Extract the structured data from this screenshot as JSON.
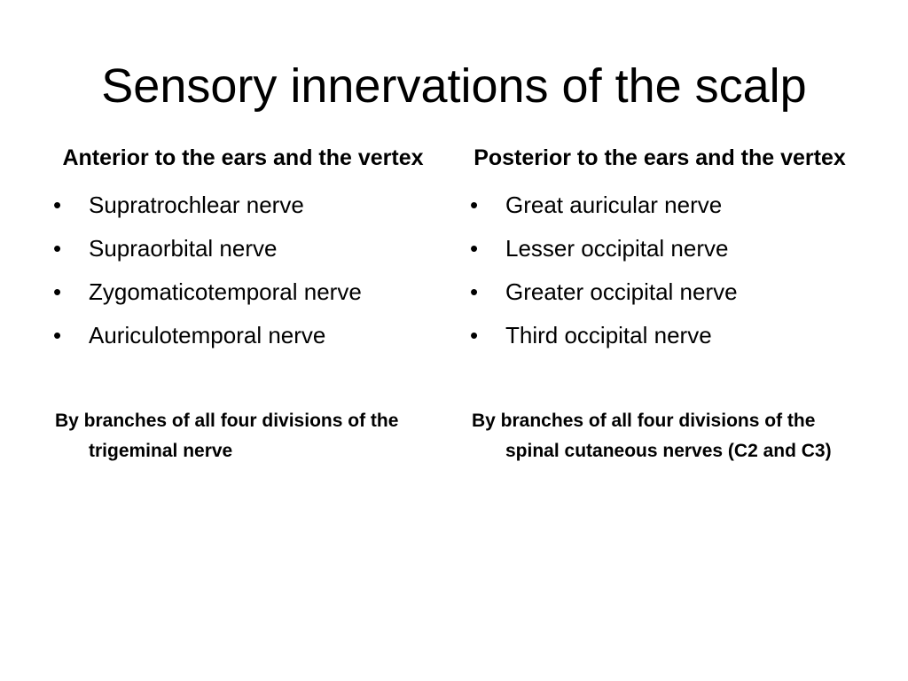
{
  "slide": {
    "title": "Sensory innervations of the scalp",
    "columns": [
      {
        "heading": "Anterior to the ears and the vertex",
        "items": [
          "Supratrochlear nerve",
          "Supraorbital nerve",
          "Zygomaticotemporal nerve",
          "Auriculotemporal nerve"
        ],
        "summary": "By branches of all four divisions of the trigeminal nerve"
      },
      {
        "heading": "Posterior to the ears and the vertex",
        "items": [
          "Great auricular nerve",
          "Lesser occipital nerve",
          "Greater occipital nerve",
          "Third occipital nerve"
        ],
        "summary": "By branches of all four divisions of the spinal cutaneous nerves (C2 and C3)"
      }
    ]
  },
  "bullet_glyph": "•"
}
